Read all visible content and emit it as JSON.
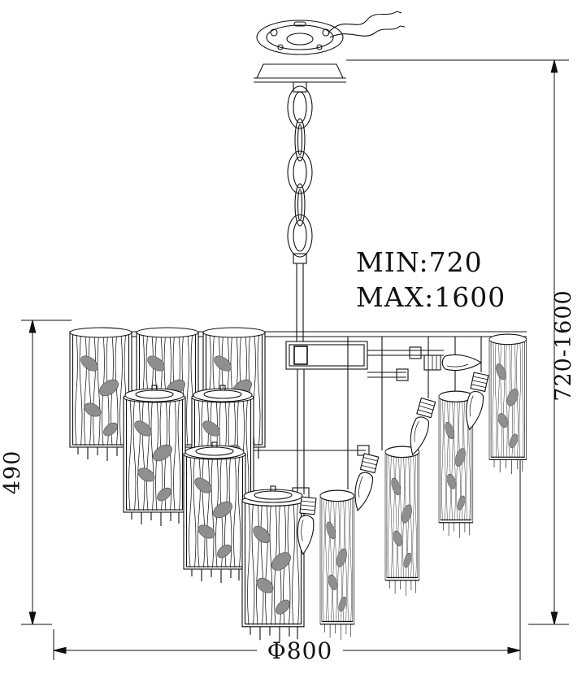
{
  "annotations": {
    "min": "MIN:720",
    "max": "MAX:1600",
    "range": "720-1600",
    "body_height": "490",
    "diameter": "Φ800"
  },
  "colors": {
    "line": "#111111",
    "leaf_gray": "#8f8f8f",
    "background": "#ffffff"
  }
}
